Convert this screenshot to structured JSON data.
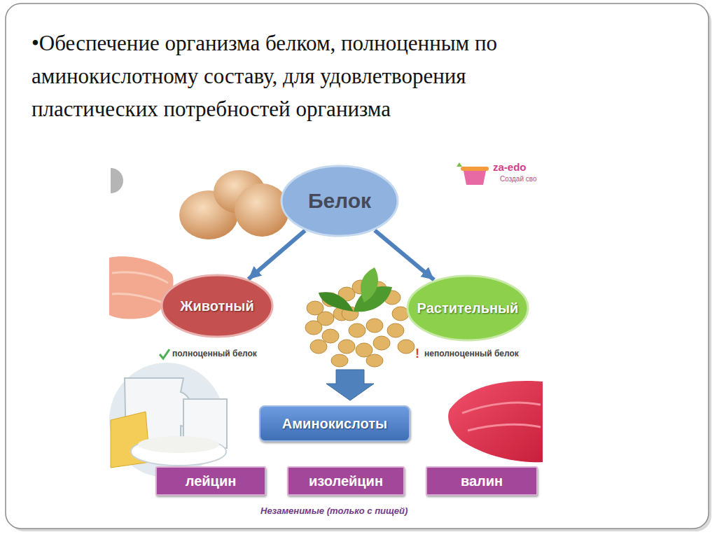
{
  "diagram": {
    "title": "•Обеспечение организма белком, полноценным по аминокислотному составу, для удовлетворения пластических потребностей организма",
    "nodes": [
      {
        "text": [
          "Белок"
        ]
      },
      {
        "text": [
          "Животный"
        ]
      },
      {
        "text": [
          "Растительный"
        ]
      },
      {
        "text": [
          "Аминокислоты"
        ]
      },
      {
        "text": [
          "лейцин"
        ]
      },
      {
        "text": [
          "изолейцин"
        ]
      },
      {
        "text": [
          "валин"
        ]
      }
    ],
    "edges": [
      {
        "from": 0,
        "to": 1,
        "arrow": "to"
      },
      {
        "from": 0,
        "to": 2,
        "arrow": "to"
      }
    ],
    "labels": [
      "полноценный белок",
      "!",
      "неполноценный белок",
      "Незаменимые (только с пищей)",
      "za-edo",
      "Создай сво"
    ]
  }
}
